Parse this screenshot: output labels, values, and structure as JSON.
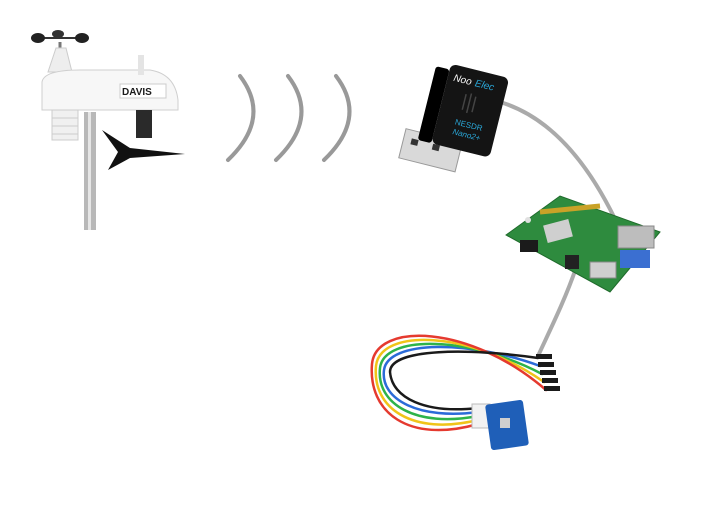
{
  "weather_station": {
    "logo_text": "DAVIS",
    "icon": "weather-station-icon"
  },
  "signal": {
    "icon": "radio-waves-icon",
    "color": "#999999"
  },
  "sdr_dongle": {
    "brand": "NooElec",
    "brand_accent": "Elec",
    "brand_prefix": "Noo",
    "model_line1": "NESDR",
    "model_line2": "Nano2+",
    "accent_color": "#2aa7d8",
    "icon": "usb-sdr-dongle-icon"
  },
  "raspberry_pi": {
    "icon": "raspberry-pi-board-icon",
    "color": "#2e8b3e"
  },
  "sensor": {
    "icon": "sensor-module-icon",
    "color": "#1f5fb8"
  },
  "cable_color": "#aaaaaa"
}
